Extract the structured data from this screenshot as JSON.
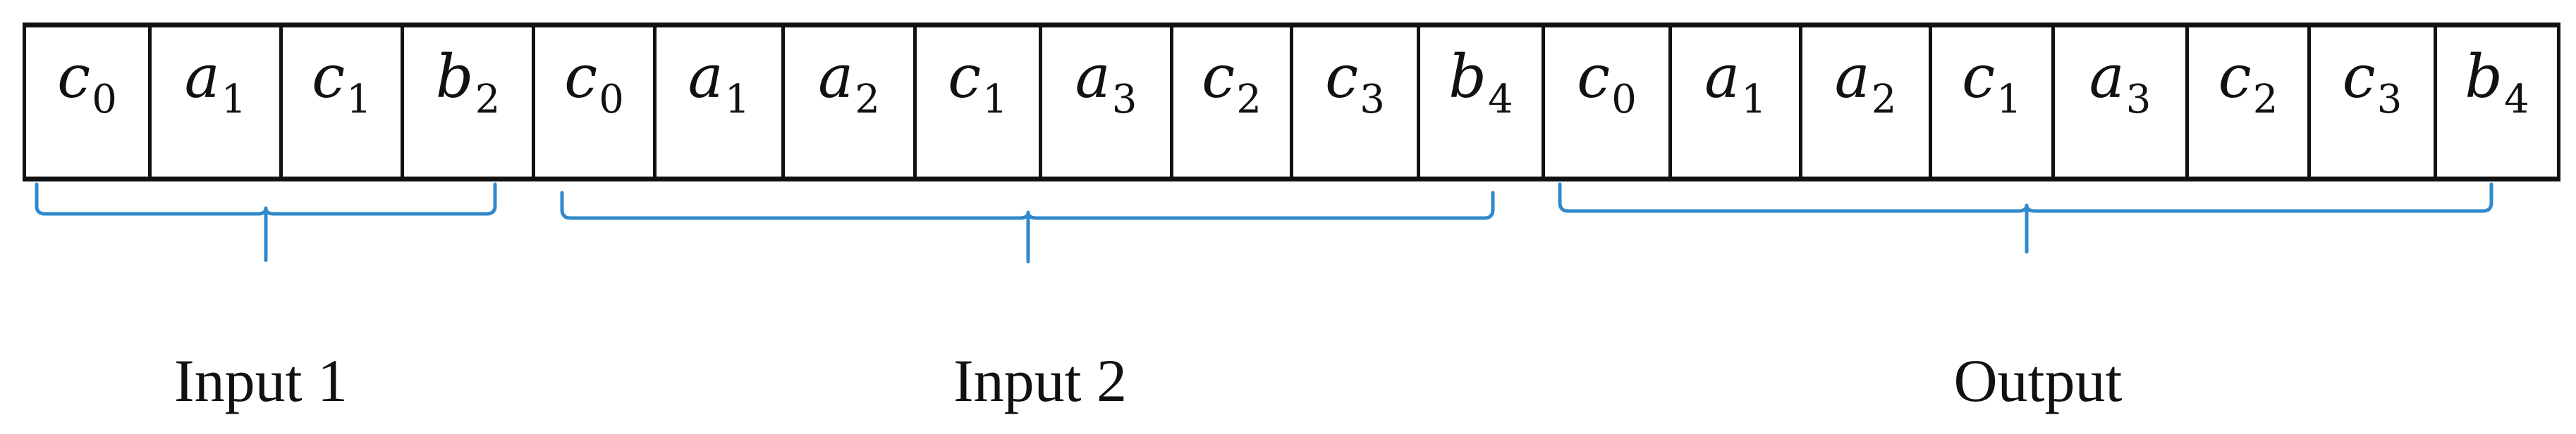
{
  "diagram": {
    "cells": [
      {
        "letter": "c",
        "sub": "0",
        "group": "input1"
      },
      {
        "letter": "a",
        "sub": "1",
        "group": "input1"
      },
      {
        "letter": "c",
        "sub": "1",
        "group": "input1"
      },
      {
        "letter": "b",
        "sub": "2",
        "group": "input1"
      },
      {
        "letter": "c",
        "sub": "0",
        "group": "input2"
      },
      {
        "letter": "a",
        "sub": "1",
        "group": "input2"
      },
      {
        "letter": "a",
        "sub": "2",
        "group": "input2"
      },
      {
        "letter": "c",
        "sub": "1",
        "group": "input2"
      },
      {
        "letter": "a",
        "sub": "3",
        "group": "input2"
      },
      {
        "letter": "c",
        "sub": "2",
        "group": "input2"
      },
      {
        "letter": "c",
        "sub": "3",
        "group": "input2"
      },
      {
        "letter": "b",
        "sub": "4",
        "group": "input2"
      },
      {
        "letter": "c",
        "sub": "0",
        "group": "output"
      },
      {
        "letter": "a",
        "sub": "1",
        "group": "output"
      },
      {
        "letter": "a",
        "sub": "2",
        "group": "output"
      },
      {
        "letter": "c",
        "sub": "1",
        "group": "output"
      },
      {
        "letter": "a",
        "sub": "3",
        "group": "output"
      },
      {
        "letter": "c",
        "sub": "2",
        "group": "output"
      },
      {
        "letter": "c",
        "sub": "3",
        "group": "output"
      },
      {
        "letter": "b",
        "sub": "4",
        "group": "output"
      }
    ],
    "groups": [
      {
        "id": "input1",
        "label": "Input 1"
      },
      {
        "id": "input2",
        "label": "Input 2"
      },
      {
        "id": "output",
        "label": "Output"
      }
    ],
    "colors": {
      "border": "#111111",
      "bracket": "#3189cc",
      "text": "#111111",
      "background": "#ffffff"
    }
  }
}
